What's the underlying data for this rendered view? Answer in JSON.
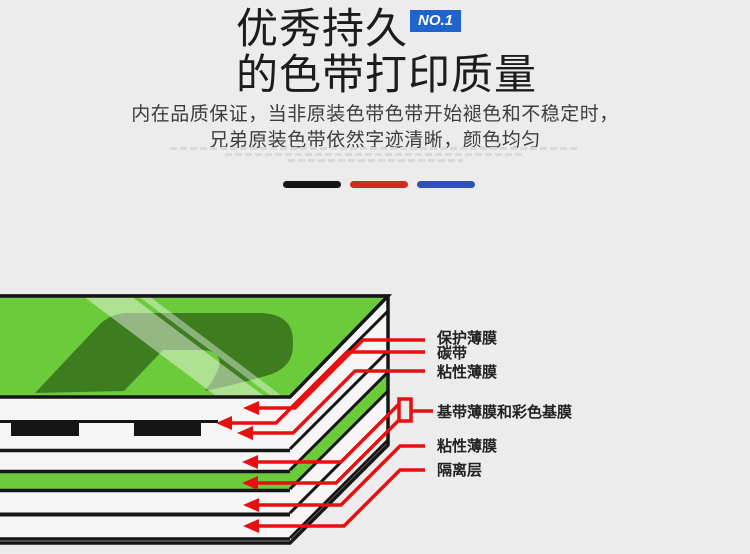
{
  "header": {
    "title_line1": "优秀持久",
    "title_line2": "的色带打印质量",
    "badge": "NO.1",
    "subtitle_line1": "内在品质保证，当非原装色带色带开始褪色和不稳定时，",
    "subtitle_line2": "兄弟原装色带依然字迹清晰，颜色均匀",
    "bars": [
      {
        "name": "black-sample",
        "color": "#151515"
      },
      {
        "name": "red-sample",
        "color": "#d7281e"
      },
      {
        "name": "blue-sample",
        "color": "#2e52b5"
      }
    ]
  },
  "colors": {
    "background": "#ececec",
    "badge_blue": "#1f63cd",
    "callout_red": "#e70f0f",
    "ribbon_green": "#6ccb3a",
    "logo_dark_green": "#3d7d20",
    "outline_black": "#151515",
    "layer_white": "#f6f6f7"
  },
  "diagram": {
    "labels": [
      {
        "text": "保护薄膜"
      },
      {
        "text": "碳带"
      },
      {
        "text": "粘性薄膜"
      },
      {
        "text": "基带薄膜和彩色基膜"
      },
      {
        "text": "粘性薄膜"
      },
      {
        "text": "隔离层"
      }
    ]
  }
}
